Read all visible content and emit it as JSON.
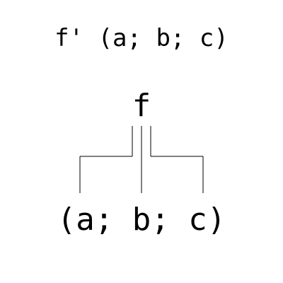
{
  "diagram": {
    "title": "f' (a; b; c)",
    "root_label": "f",
    "arguments_label": "(a; b; c)"
  }
}
